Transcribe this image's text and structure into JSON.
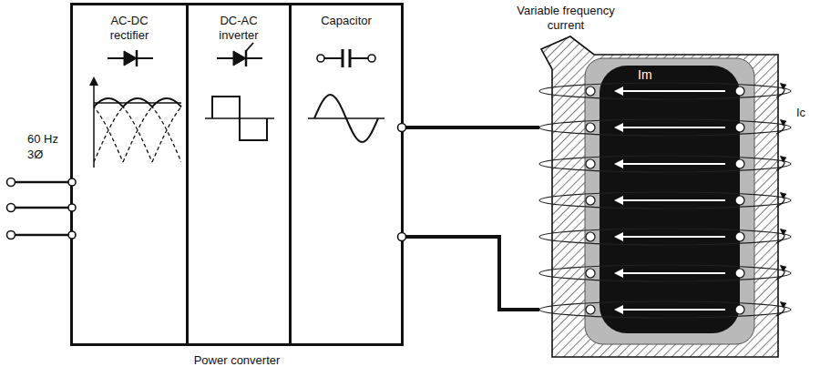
{
  "diagram": {
    "nodes": [
      {
        "text": [
          "Power converter"
        ]
      },
      {
        "text": [
          "AC-DC rectifier"
        ],
        "in": 0
      },
      {
        "text": [
          "DC-AC inverter"
        ],
        "in": 0
      },
      {
        "text": [
          "Capacitor"
        ],
        "in": 0
      },
      {
        "text": [
          "Im"
        ]
      }
    ],
    "edges": [
      {
        "from": 0,
        "to": 4,
        "arrow": "none"
      },
      {
        "from": 0,
        "to": 4,
        "arrow": "none"
      }
    ],
    "labels": [
      "60 Hz",
      "3Ø",
      "Variable frequency current",
      "Ic"
    ]
  }
}
